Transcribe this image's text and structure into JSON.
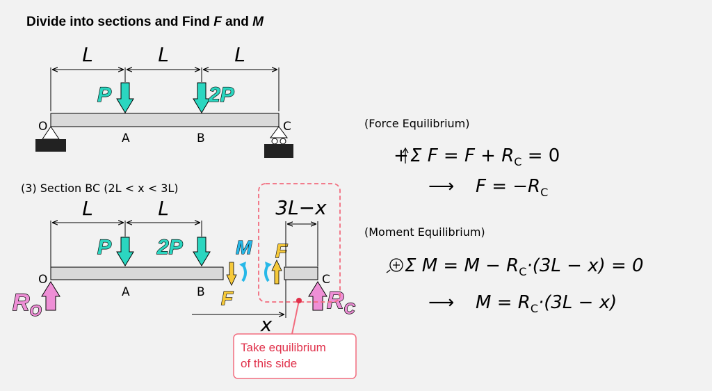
{
  "title": {
    "prefix": "Divide into sections and Find ",
    "f": "F",
    "and": " and ",
    "m": "M"
  },
  "top_beam": {
    "dims": [
      "L",
      "L",
      "L"
    ],
    "loads": [
      "P",
      "2P"
    ],
    "points": {
      "o": "O",
      "a": "A",
      "b": "B",
      "c": "C"
    }
  },
  "section": {
    "header": "(3) Section BC (2L < x < 3L)",
    "dims": [
      "L",
      "L"
    ],
    "loads": [
      "P",
      "2P"
    ],
    "points": {
      "o": "O",
      "a": "A",
      "b": "B",
      "c": "C"
    },
    "cut_m": "M",
    "cut_f": "F",
    "right_dim": "3L−x",
    "x_label": "x",
    "ro": {
      "main": "R",
      "sub": "O"
    },
    "rc": {
      "main": "R",
      "sub": "C"
    },
    "callout": [
      "Take  equilibrium",
      "of this side"
    ]
  },
  "force_eq": {
    "header": "(Force Equilibrium)",
    "sum_lhs": "Σ F = F + R",
    "sum_sub": "C",
    "sum_rhs": " = 0",
    "arrow": "⟶",
    "res_lhs": "F = −R",
    "res_sub": "C"
  },
  "moment_eq": {
    "header": "(Moment Equilibrium)",
    "sum_lhs": "Σ M = M − R",
    "sum_sub": "C",
    "sum_rhs": "·(3L − x) = 0",
    "arrow": "⟶",
    "res_lhs": "M = R",
    "res_sub": "C",
    "res_rhs": "·(3L − x)"
  },
  "colors": {
    "load": "#2bd6c0",
    "reaction": "#ee8fd6",
    "shear": "#f6c93a",
    "moment": "#27b8e8",
    "callout": "#e0304a",
    "beam": "#d9d9d9"
  }
}
